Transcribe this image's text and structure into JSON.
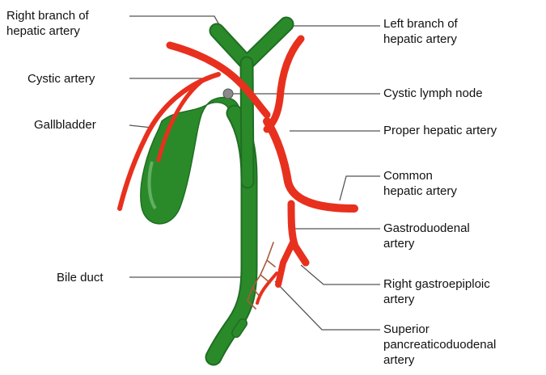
{
  "labels": {
    "right_branch_line1": "Right branch of",
    "right_branch_line2": "hepatic artery",
    "left_branch_line1": "Left branch of",
    "left_branch_line2": "hepatic artery",
    "cystic_artery": "Cystic artery",
    "cystic_lymph_node": "Cystic lymph node",
    "gallbladder": "Gallbladder",
    "proper_hepatic_artery": "Proper hepatic artery",
    "common_hepatic_line1": "Common",
    "common_hepatic_line2": "hepatic artery",
    "gastroduodenal_line1": "Gastroduodenal",
    "gastroduodenal_line2": "artery",
    "bile_duct": "Bile duct",
    "right_gastroepiploic_line1": "Right gastroepiploic",
    "right_gastroepiploic_line2": "artery",
    "superior_pancreatico_line1": "Superior",
    "superior_pancreatico_line2": "pancreaticoduodenal",
    "superior_pancreatico_line3": "artery"
  },
  "colors": {
    "artery": "#e8301e",
    "duct": "#2a8a2a",
    "duct_dark": "#1f6e22",
    "lymph_node": "#8a8a8a",
    "leader_line": "#555555"
  }
}
